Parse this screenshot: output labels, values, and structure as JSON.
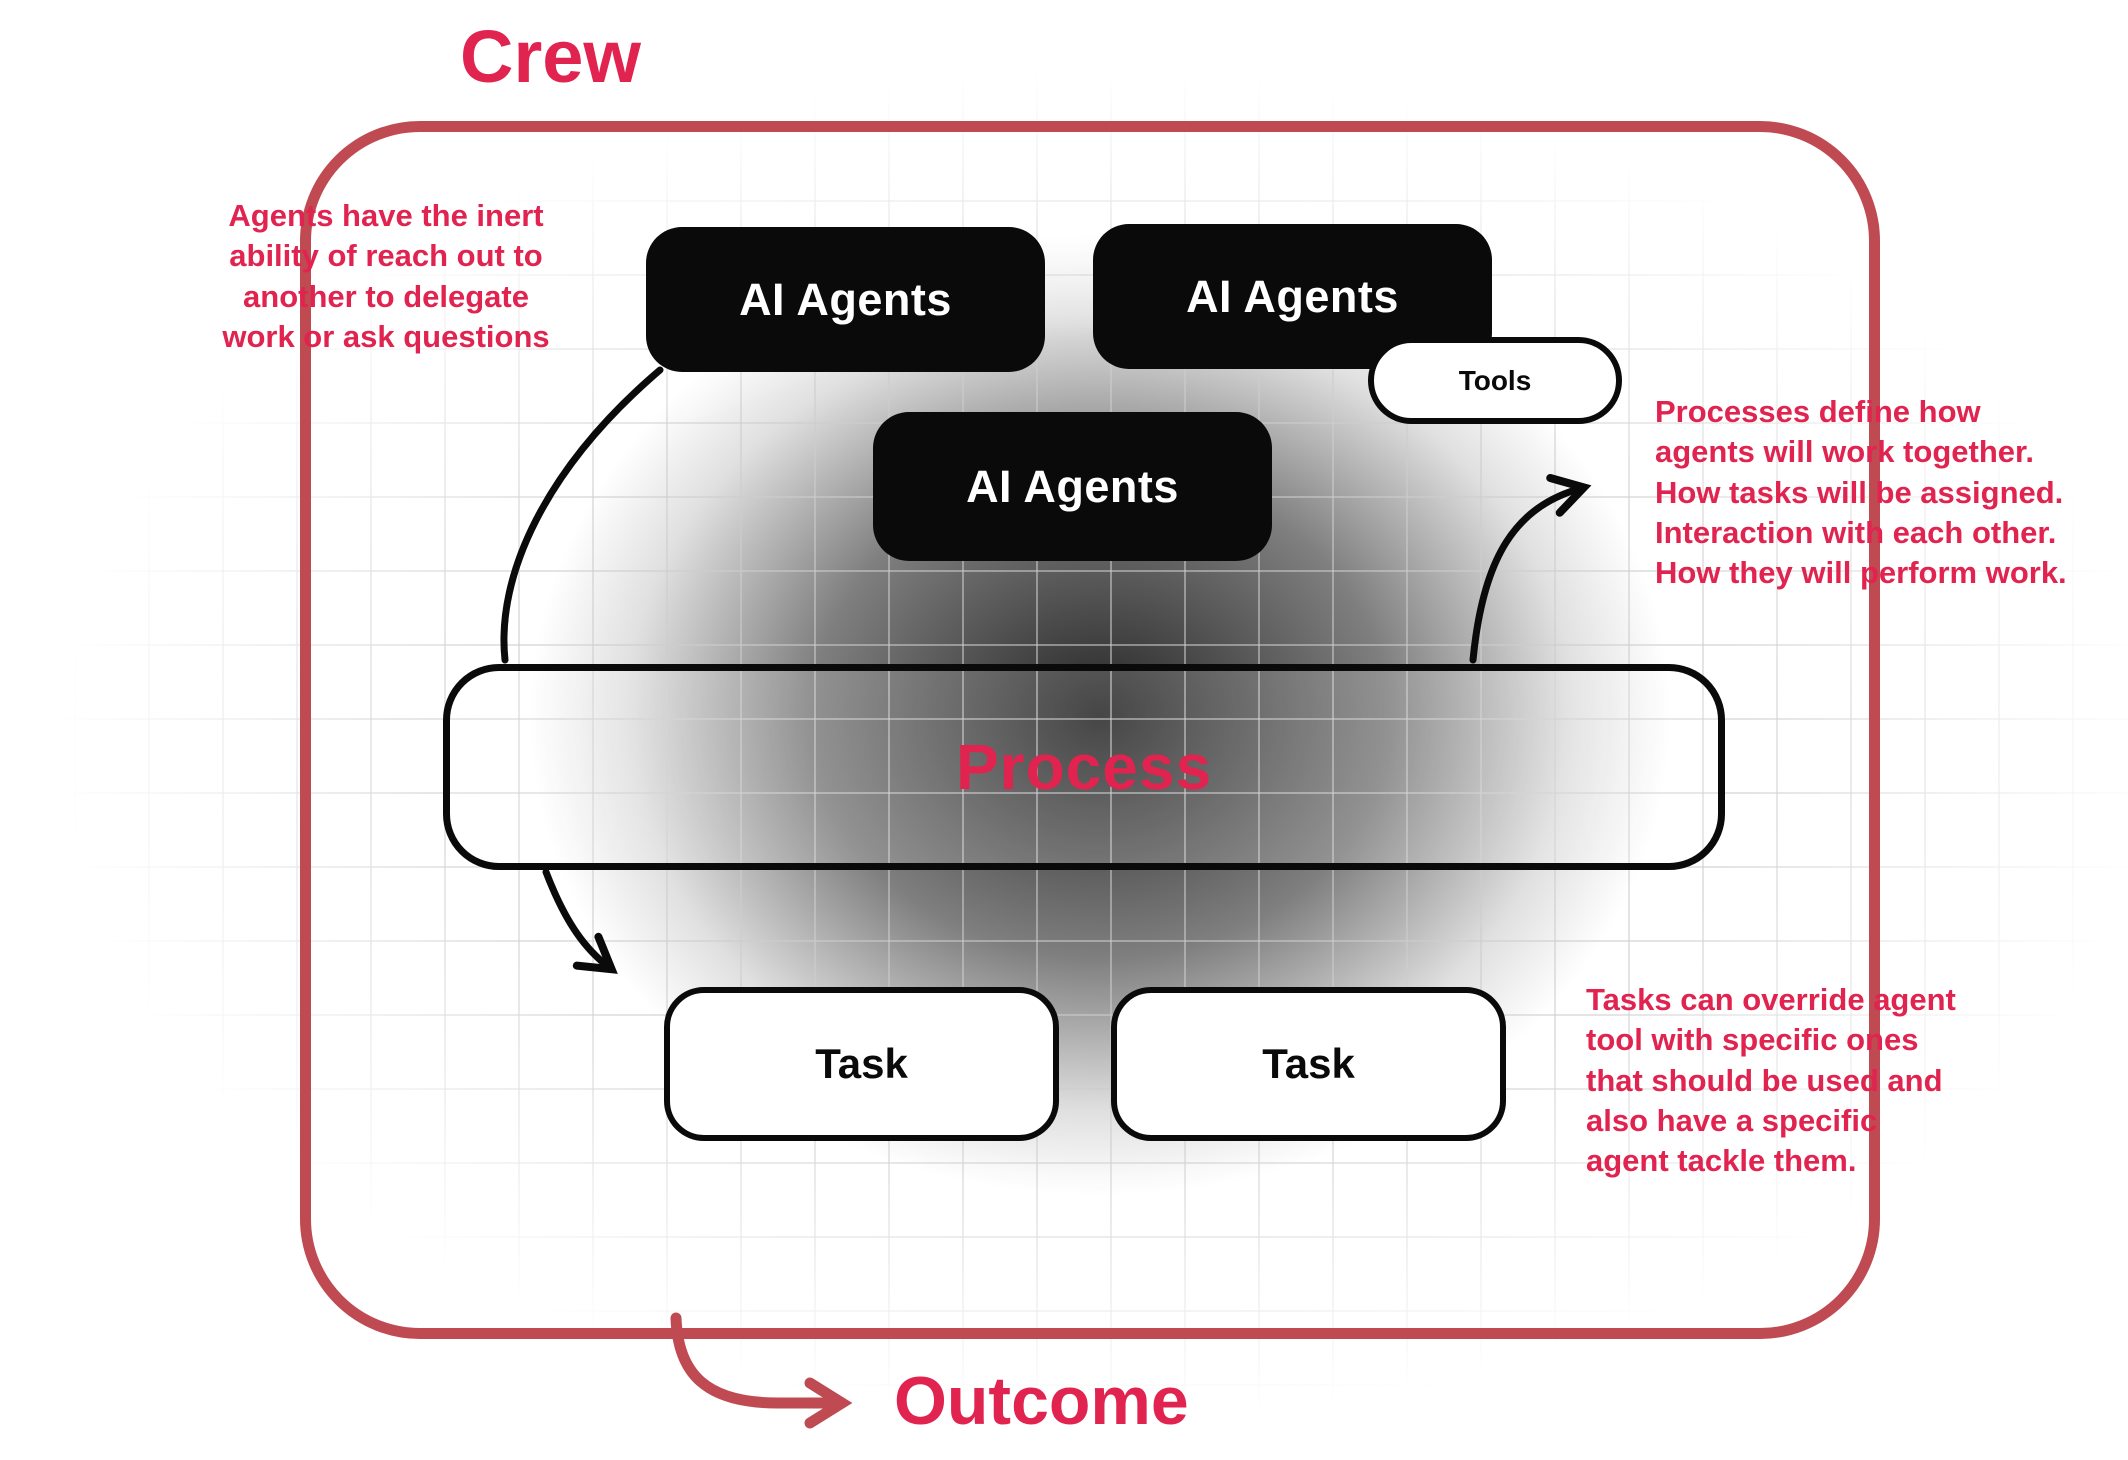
{
  "title": "Crew",
  "outcome_label": "Outcome",
  "colors": {
    "brand_pink": "#E0234F",
    "border_red": "#BF4A52",
    "node_black": "#0A0A0A",
    "node_white": "#FFFFFF"
  },
  "nodes": {
    "agents1": "AI Agents",
    "agents2": "AI Agents",
    "agents3": "AI Agents",
    "tools": "Tools",
    "process": "Process",
    "task1": "Task",
    "task2": "Task"
  },
  "annotations": {
    "left": "Agents have the inert\nability of reach out to\nanother to delegate\nwork or ask questions",
    "right_top": "Processes define how\nagents will work together.\nHow tasks will be assigned.\nInteraction with each other.\nHow they will perform work.",
    "right_bottom": "Tasks can override agent\ntool with specific ones\nthat should be used and\nalso have a specific\nagent tackle them."
  }
}
